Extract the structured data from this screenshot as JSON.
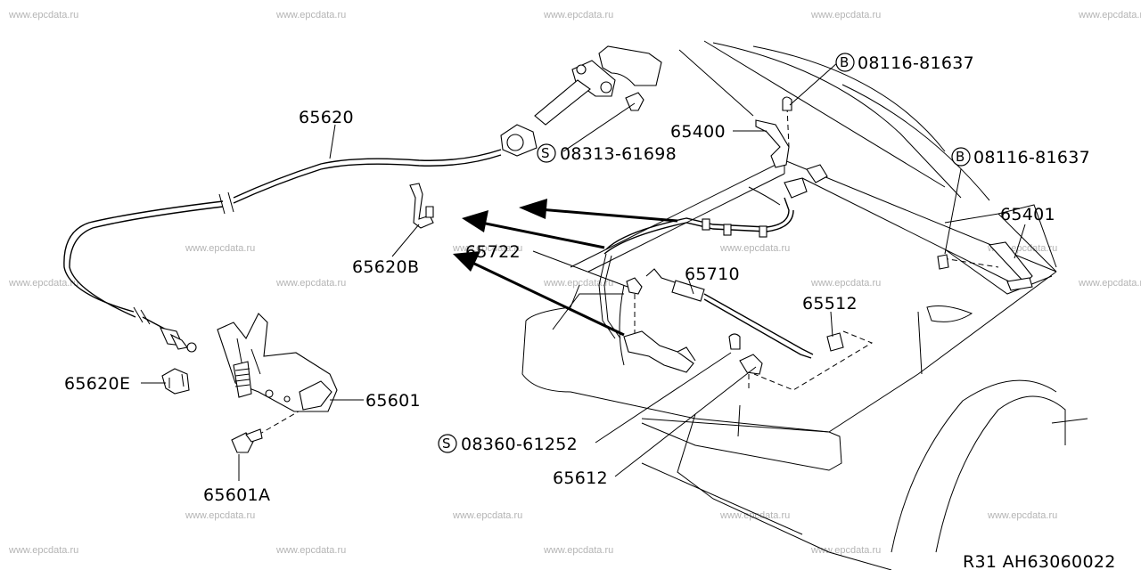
{
  "watermark": "www.epcdata.ru",
  "diagram_code": "R31  AH63060022",
  "callouts": {
    "p65620": "65620",
    "p08313": "08313-61698",
    "p08313_prefix": "S",
    "p08116a": "08116-81637",
    "p08116a_prefix": "B",
    "p65400": "65400",
    "p08116b": "08116-81637",
    "p08116b_prefix": "B",
    "p65401": "65401",
    "p65620b": "65620B",
    "p65722": "65722",
    "p65710": "65710",
    "p65512": "65512",
    "p65620e": "65620E",
    "p65601": "65601",
    "p65601a": "65601A",
    "p08360": "08360-61252",
    "p08360_prefix": "S",
    "p65612": "65612"
  }
}
